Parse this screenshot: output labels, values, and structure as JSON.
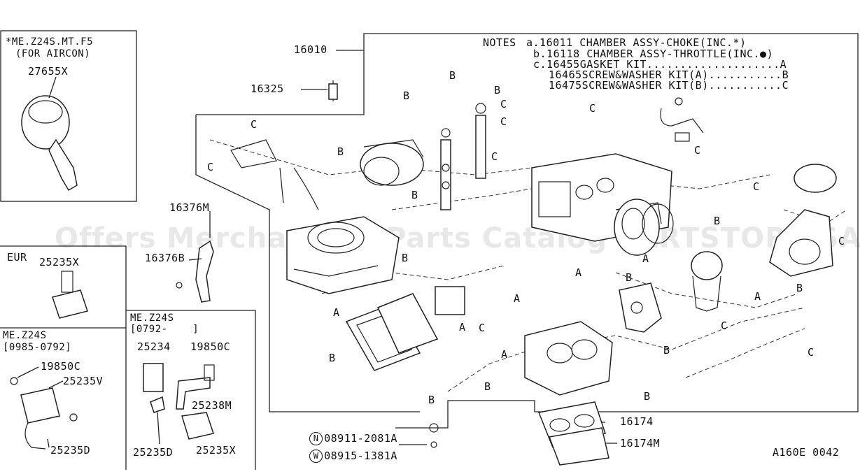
{
  "notes": {
    "header": "NOTES",
    "line_a": "a.16011 CHAMBER ASSY-CHOKE(INC.*)",
    "line_b": "b.16118 CHAMBER ASSY-THROTTLE(INC.●)",
    "line_c": "c.16455GASKET KIT....................A",
    "line_d": "16465SCREW&WASHER KIT(A)...........B",
    "line_e": "16475SCREW&WASHER KIT(B)...........C"
  },
  "inset_aircon": {
    "line1": "*ME.Z24S.MT.F5",
    "line2": "(FOR AIRCON)",
    "part": "27655X"
  },
  "inset_eur": {
    "title": "EUR",
    "part": "25235X"
  },
  "inset_mez24s": {
    "line1": "ME.Z24S",
    "line2": "[0985-0792]",
    "p1": "19850C",
    "p2": "25235V",
    "p3": "25235D"
  },
  "inset_mez24s_0792": {
    "line1": "ME.Z24S",
    "line2": "[0792-    ]",
    "p1": "25234",
    "p2": "19850C",
    "p3": "25238M",
    "p4": "25235D",
    "p5": "25235X"
  },
  "parts": {
    "p16010": "16010",
    "p16325": "16325",
    "p16376m": "16376M",
    "p16376b": "16376B",
    "p16174": "16174",
    "p16174m": "16174M"
  },
  "fasteners": {
    "n_symbol": "N",
    "n_part": "08911-2081A",
    "w_symbol": "W",
    "w_part": "08915-1381A"
  },
  "callouts": {
    "a": "A",
    "b": "B",
    "c": "C"
  },
  "diagram_code": "A160E 0042",
  "watermark": "Offers Merchant All Parts Catalog PARTSTORE.SA"
}
